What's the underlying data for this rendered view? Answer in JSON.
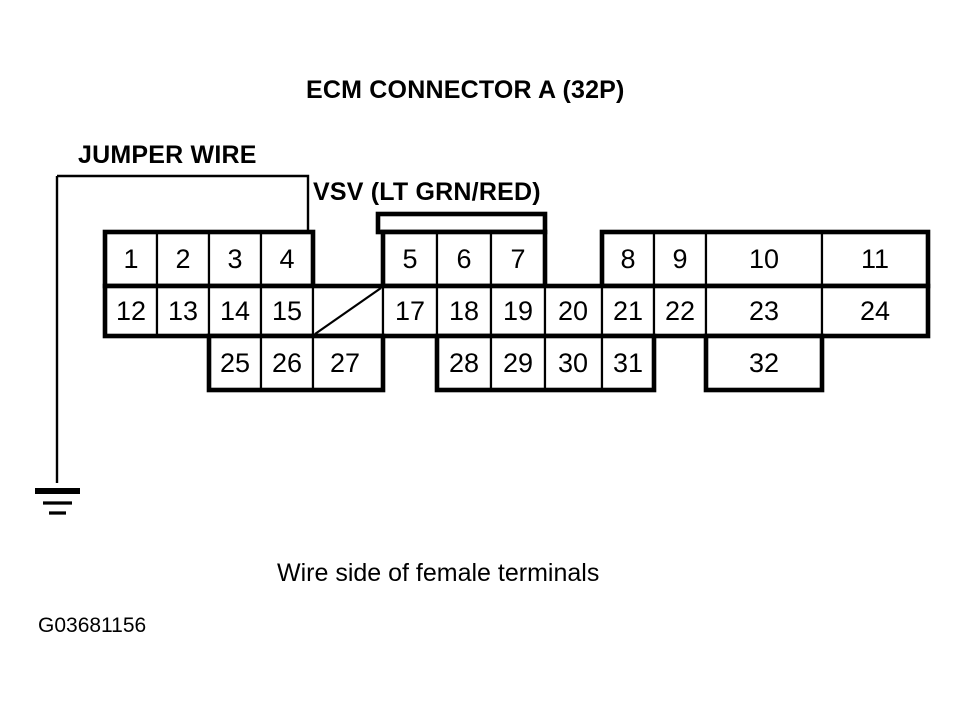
{
  "title": "ECM CONNECTOR A (32P)",
  "labels": {
    "jumper_wire": "JUMPER WIRE",
    "vsv": "VSV (LT GRN/RED)"
  },
  "caption": "Wire side of female terminals",
  "figure_id": "G03681156",
  "colors": {
    "ink": "#000000",
    "background": "#ffffff"
  },
  "connector": {
    "name": "ECM CONNECTOR A",
    "pin_count": "32P",
    "view": "Wire side of female terminals",
    "rows": [
      {
        "row": "top",
        "groups": [
          {
            "pins": [
              "1",
              "2",
              "3",
              "4"
            ]
          },
          {
            "pins": [
              "5",
              "6",
              "7"
            ],
            "has_tab": true
          },
          {
            "pins": [
              "8",
              "9",
              "10",
              "11"
            ]
          }
        ]
      },
      {
        "row": "middle",
        "groups": [
          {
            "pins": [
              "12",
              "13",
              "14",
              "15",
              "",
              "17",
              "18",
              "19",
              "20",
              "21",
              "22",
              "23",
              "24"
            ]
          }
        ]
      },
      {
        "row": "bottom",
        "groups": [
          {
            "pins": [
              "25",
              "26",
              "27"
            ]
          },
          {
            "pins": [
              "28",
              "29",
              "30",
              "31"
            ]
          },
          {
            "pins": [
              "32"
            ]
          }
        ]
      }
    ],
    "blank_position": "16",
    "annotations": [
      {
        "label": "JUMPER WIRE",
        "target_pin": "4",
        "terminates": "ground"
      },
      {
        "label": "VSV (LT GRN/RED)",
        "target_pin": "5"
      }
    ]
  }
}
